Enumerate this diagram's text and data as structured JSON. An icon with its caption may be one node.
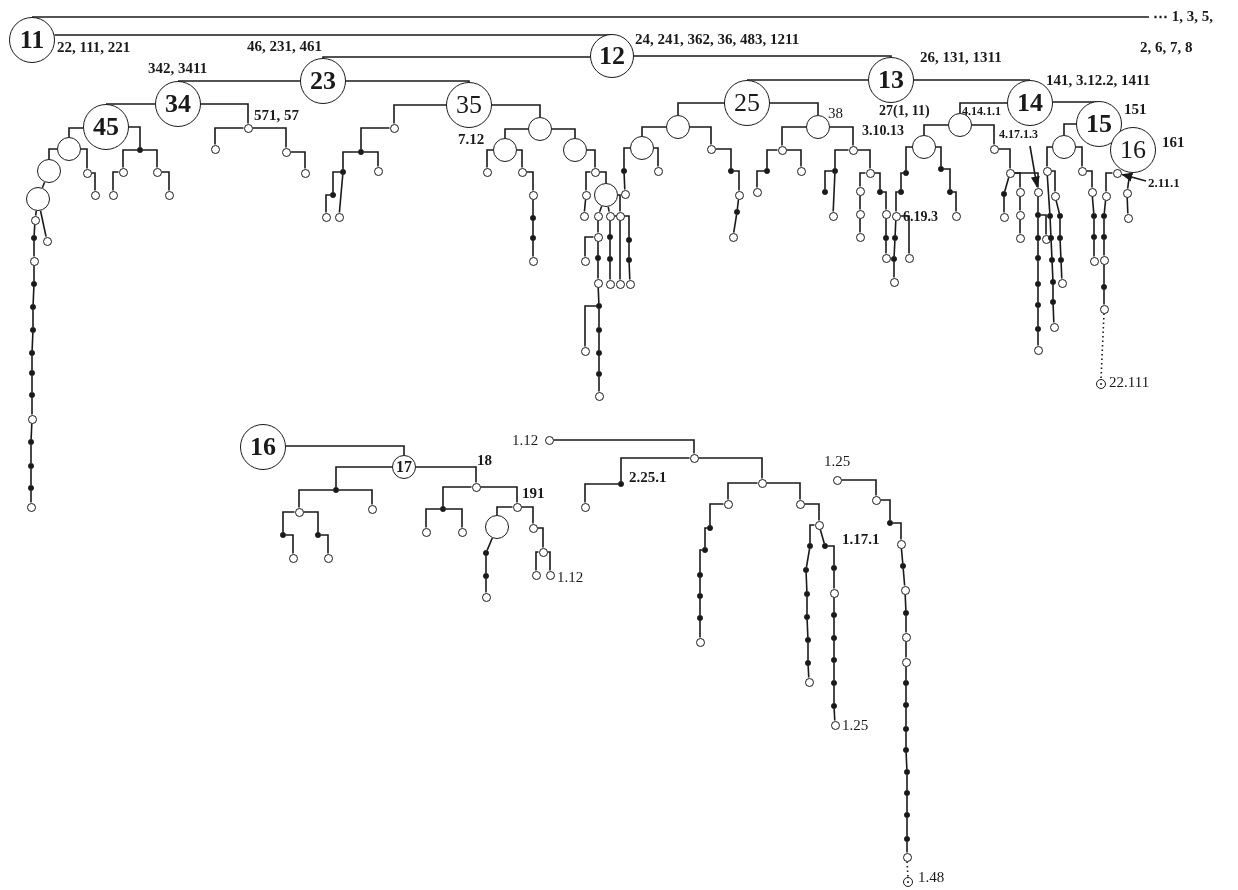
{
  "diagram": {
    "nodes": [
      {
        "text": [
          "11"
        ]
      },
      {
        "text": [
          "12"
        ]
      },
      {
        "text": [
          "23"
        ]
      },
      {
        "text": [
          "13"
        ]
      },
      {
        "text": [
          "34"
        ]
      },
      {
        "text": [
          "35"
        ]
      },
      {
        "text": [
          "25"
        ]
      },
      {
        "text": [
          "14"
        ]
      },
      {
        "text": [
          "45"
        ]
      },
      {
        "text": [
          "15"
        ]
      },
      {
        "text": [
          "16"
        ]
      },
      {
        "text": [
          "16"
        ]
      },
      {
        "text": [
          "17"
        ]
      },
      {
        "text": [
          "4.17.1.3"
        ]
      },
      {
        "text": [],
        "shape": "circle"
      },
      {
        "text": [
          "2.11.1"
        ]
      },
      {
        "text": [],
        "shape": "circle"
      },
      {
        "text": [],
        "shape": "circle"
      },
      {
        "text": [],
        "shape": "circle",
        "beside": [
          "22.111"
        ]
      },
      {
        "text": [],
        "shape": "circle",
        "beside": [
          "1.12"
        ]
      },
      {
        "text": [],
        "shape": "circle",
        "beside": [
          "1.12"
        ]
      },
      {
        "text": [],
        "shape": "circle",
        "beside": [
          "1.25"
        ]
      },
      {
        "text": [],
        "shape": "circle",
        "beside": [
          "1.25"
        ]
      },
      {
        "text": [],
        "shape": "circle"
      },
      {
        "text": [],
        "shape": "circle",
        "beside": [
          "1.48"
        ]
      },
      {
        "text": [
          "⋯ 1, 3, 5,"
        ]
      },
      {
        "text": [],
        "shape": "circle"
      },
      {
        "text": [],
        "shape": "circle"
      },
      {
        "text": [],
        "shape": "circle"
      },
      {
        "text": [],
        "shape": "circle"
      },
      {
        "text": [],
        "shape": "circle"
      },
      {
        "text": [],
        "shape": "dot"
      },
      {
        "text": [],
        "shape": "circle"
      },
      {
        "text": [],
        "shape": "circle"
      },
      {
        "text": [],
        "shape": "circle"
      },
      {
        "text": [],
        "shape": "circle"
      },
      {
        "text": [],
        "shape": "circle"
      },
      {
        "text": [],
        "shape": "circle"
      },
      {
        "text": [],
        "shape": "dot"
      },
      {
        "text": [],
        "shape": "circle"
      },
      {
        "text": [],
        "shape": "dot"
      },
      {
        "text": [],
        "shape": "dot"
      },
      {
        "text": [],
        "shape": "dot"
      },
      {
        "text": [],
        "shape": "dot"
      },
      {
        "text": [],
        "shape": "dot"
      },
      {
        "text": [],
        "shape": "dot"
      },
      {
        "text": [],
        "shape": "circle"
      },
      {
        "text": [],
        "shape": "dot"
      },
      {
        "text": [],
        "shape": "dot"
      },
      {
        "text": [],
        "shape": "dot"
      },
      {
        "text": [],
        "shape": "circle"
      },
      {
        "text": [],
        "shape": "circle"
      },
      {
        "text": [],
        "shape": "circle"
      },
      {
        "text": [],
        "shape": "circle"
      },
      {
        "text": [],
        "shape": "circle"
      },
      {
        "text": [],
        "shape": "circle"
      },
      {
        "text": [],
        "shape": "dot"
      },
      {
        "text": [],
        "shape": "dot"
      },
      {
        "text": [],
        "shape": "circle"
      },
      {
        "text": [],
        "shape": "dot"
      },
      {
        "text": [],
        "shape": "circle"
      },
      {
        "text": [],
        "shape": "circle"
      },
      {
        "text": [],
        "shape": "circle"
      },
      {
        "text": [],
        "shape": "circle"
      },
      {
        "text": [],
        "shape": "circle"
      },
      {
        "text": [],
        "shape": "circle"
      },
      {
        "text": [],
        "shape": "circle"
      },
      {
        "text": [],
        "shape": "circle"
      },
      {
        "text": [],
        "shape": "dot"
      },
      {
        "text": [],
        "shape": "dot"
      },
      {
        "text": [],
        "shape": "circle"
      },
      {
        "text": [],
        "shape": "circle"
      },
      {
        "text": [],
        "shape": "circle"
      },
      {
        "text": [],
        "shape": "circle"
      },
      {
        "text": [],
        "shape": "circle"
      },
      {
        "text": [],
        "shape": "circle"
      },
      {
        "text": [],
        "shape": "circle"
      },
      {
        "text": [],
        "shape": "circle"
      },
      {
        "text": [],
        "shape": "circle"
      },
      {
        "text": [],
        "shape": "dot"
      },
      {
        "text": [],
        "shape": "circle"
      },
      {
        "text": [],
        "shape": "circle"
      },
      {
        "text": [],
        "shape": "dot"
      },
      {
        "text": [],
        "shape": "circle"
      },
      {
        "text": [],
        "shape": "dot"
      },
      {
        "text": [],
        "shape": "dot"
      },
      {
        "text": [],
        "shape": "dot"
      },
      {
        "text": [],
        "shape": "circle"
      },
      {
        "text": [],
        "shape": "dot"
      },
      {
        "text": [],
        "shape": "dot"
      },
      {
        "text": [],
        "shape": "circle"
      },
      {
        "text": [],
        "shape": "dot"
      },
      {
        "text": [],
        "shape": "dot"
      },
      {
        "text": [],
        "shape": "circle"
      },
      {
        "text": [],
        "shape": "circle"
      },
      {
        "text": [],
        "shape": "circle"
      },
      {
        "text": [],
        "shape": "circle"
      },
      {
        "text": [],
        "shape": "circle"
      },
      {
        "text": [],
        "shape": "dot"
      },
      {
        "text": [],
        "shape": "circle"
      },
      {
        "text": [],
        "shape": "circle"
      },
      {
        "text": [],
        "shape": "dot"
      },
      {
        "text": [],
        "shape": "circle"
      },
      {
        "text": [],
        "shape": "dot"
      },
      {
        "text": [],
        "shape": "circle"
      },
      {
        "text": [],
        "shape": "circle"
      },
      {
        "text": [],
        "shape": "circle"
      },
      {
        "text": [],
        "shape": "circle"
      },
      {
        "text": [],
        "shape": "dot"
      },
      {
        "text": [],
        "shape": "circle"
      },
      {
        "text": [],
        "shape": "circle"
      },
      {
        "text": [],
        "shape": "dot"
      },
      {
        "text": [],
        "shape": "dot"
      },
      {
        "text": [],
        "shape": "circle"
      },
      {
        "text": [],
        "shape": "circle"
      },
      {
        "text": [],
        "shape": "circle"
      },
      {
        "text": [],
        "shape": "circle"
      },
      {
        "text": [],
        "shape": "circle"
      },
      {
        "text": [],
        "shape": "dot"
      },
      {
        "text": [],
        "shape": "circle"
      },
      {
        "text": [],
        "shape": "dot"
      },
      {
        "text": [],
        "shape": "circle"
      },
      {
        "text": [],
        "shape": "circle"
      },
      {
        "text": [],
        "shape": "circle"
      },
      {
        "text": [],
        "shape": "circle"
      },
      {
        "text": [],
        "shape": "dot"
      },
      {
        "text": [],
        "shape": "dot"
      },
      {
        "text": [],
        "shape": "circle"
      },
      {
        "text": [],
        "shape": "dot"
      },
      {
        "text": [],
        "shape": "dot"
      },
      {
        "text": [],
        "shape": "circle"
      },
      {
        "text": [],
        "shape": "circle"
      },
      {
        "text": [],
        "shape": "dot"
      },
      {
        "text": [],
        "shape": "dot"
      },
      {
        "text": [],
        "shape": "circle"
      },
      {
        "text": [],
        "shape": "circle"
      },
      {
        "text": [],
        "shape": "dot"
      },
      {
        "text": [],
        "shape": "circle"
      },
      {
        "text": [],
        "shape": "circle"
      },
      {
        "text": [],
        "shape": "circle"
      },
      {
        "text": [],
        "shape": "circle"
      },
      {
        "text": [],
        "shape": "dot"
      },
      {
        "text": [],
        "shape": "dot"
      },
      {
        "text": [],
        "shape": "dot"
      },
      {
        "text": [],
        "shape": "dot"
      },
      {
        "text": [],
        "shape": "dot"
      },
      {
        "text": [],
        "shape": "dot"
      },
      {
        "text": [],
        "shape": "circle"
      },
      {
        "text": [],
        "shape": "circle"
      },
      {
        "text": [],
        "shape": "circle"
      },
      {
        "text": [],
        "shape": "circle"
      },
      {
        "text": [],
        "shape": "dot"
      },
      {
        "text": [],
        "shape": "dot"
      },
      {
        "text": [],
        "shape": "dot"
      },
      {
        "text": [],
        "shape": "dot"
      },
      {
        "text": [],
        "shape": "dot"
      },
      {
        "text": [],
        "shape": "circle"
      },
      {
        "text": [],
        "shape": "circle"
      },
      {
        "text": [],
        "shape": "dot"
      },
      {
        "text": [],
        "shape": "dot"
      },
      {
        "text": [],
        "shape": "dot"
      },
      {
        "text": [],
        "shape": "circle"
      },
      {
        "text": [],
        "shape": "circle"
      },
      {
        "text": [],
        "shape": "circle"
      },
      {
        "text": [],
        "shape": "dot"
      },
      {
        "text": [],
        "shape": "dot"
      },
      {
        "text": [],
        "shape": "circle"
      },
      {
        "text": [],
        "shape": "circle"
      },
      {
        "text": [],
        "shape": "dot"
      },
      {
        "text": [],
        "shape": "dot"
      },
      {
        "text": [],
        "shape": "circle"
      },
      {
        "text": [],
        "shape": "dot"
      },
      {
        "text": [],
        "shape": "circle"
      },
      {
        "text": [],
        "shape": "circle"
      },
      {
        "text": [],
        "shape": "dot"
      },
      {
        "text": [],
        "shape": "circle"
      },
      {
        "text": [],
        "shape": "circle"
      },
      {
        "text": [],
        "shape": "dot"
      },
      {
        "text": [],
        "shape": "circle"
      },
      {
        "text": [],
        "shape": "dot"
      },
      {
        "text": [],
        "shape": "circle"
      },
      {
        "text": [],
        "shape": "circle"
      },
      {
        "text": [],
        "shape": "dot"
      },
      {
        "text": [],
        "shape": "circle"
      },
      {
        "text": [],
        "shape": "circle"
      },
      {
        "text": [],
        "shape": "circle"
      },
      {
        "text": [],
        "shape": "circle"
      },
      {
        "text": [],
        "shape": "circle"
      },
      {
        "text": [],
        "shape": "circle"
      },
      {
        "text": [],
        "shape": "circle"
      },
      {
        "text": [],
        "shape": "dot"
      },
      {
        "text": [],
        "shape": "dot"
      },
      {
        "text": [],
        "shape": "circle"
      },
      {
        "text": [],
        "shape": "circle"
      },
      {
        "text": [],
        "shape": "dot"
      },
      {
        "text": [],
        "shape": "circle"
      },
      {
        "text": [],
        "shape": "circle"
      },
      {
        "text": [],
        "shape": "circle"
      },
      {
        "text": [],
        "shape": "circle"
      },
      {
        "text": [],
        "shape": "dot"
      },
      {
        "text": [],
        "shape": "dot"
      },
      {
        "text": [],
        "shape": "dot"
      },
      {
        "text": [],
        "shape": "dot"
      },
      {
        "text": [],
        "shape": "dot"
      },
      {
        "text": [],
        "shape": "circle"
      },
      {
        "text": [],
        "shape": "circle"
      },
      {
        "text": [],
        "shape": "dot"
      },
      {
        "text": [],
        "shape": "dot"
      },
      {
        "text": [],
        "shape": "dot"
      },
      {
        "text": [],
        "shape": "dot"
      },
      {
        "text": [],
        "shape": "dot"
      },
      {
        "text": [],
        "shape": "dot"
      },
      {
        "text": [],
        "shape": "dot"
      },
      {
        "text": [],
        "shape": "circle"
      },
      {
        "text": [],
        "shape": "dot"
      },
      {
        "text": [],
        "shape": "circle"
      },
      {
        "text": [],
        "shape": "dot"
      },
      {
        "text": [],
        "shape": "dot"
      },
      {
        "text": [],
        "shape": "dot"
      },
      {
        "text": [],
        "shape": "dot"
      },
      {
        "text": [],
        "shape": "dot"
      },
      {
        "text": [],
        "shape": "circle"
      },
      {
        "text": [],
        "shape": "dot"
      },
      {
        "text": [],
        "shape": "circle"
      },
      {
        "text": [],
        "shape": "dot"
      },
      {
        "text": [],
        "shape": "circle"
      },
      {
        "text": [],
        "shape": "dot"
      },
      {
        "text": [],
        "shape": "circle"
      },
      {
        "text": [],
        "shape": "circle"
      },
      {
        "text": [],
        "shape": "dot"
      },
      {
        "text": [],
        "shape": "dot"
      },
      {
        "text": [],
        "shape": "dot"
      },
      {
        "text": [],
        "shape": "dot"
      },
      {
        "text": [],
        "shape": "dot"
      },
      {
        "text": [],
        "shape": "dot"
      },
      {
        "text": [],
        "shape": "dot"
      },
      {
        "text": [],
        "shape": "dot"
      }
    ],
    "edges": [
      {
        "from": 0,
        "to": 25,
        "arrow": "none"
      },
      {
        "from": 0,
        "to": 1,
        "arrow": "none"
      },
      {
        "from": 1,
        "to": 2,
        "arrow": "none"
      },
      {
        "from": 1,
        "to": 3,
        "arrow": "none"
      },
      {
        "from": 2,
        "to": 4,
        "arrow": "none"
      },
      {
        "from": 2,
        "to": 5,
        "arrow": "none"
      },
      {
        "from": 3,
        "to": 6,
        "arrow": "none"
      },
      {
        "from": 3,
        "to": 7,
        "arrow": "none"
      },
      {
        "from": 4,
        "to": 8,
        "arrow": "none"
      },
      {
        "from": 7,
        "to": 9,
        "arrow": "none"
      },
      {
        "from": 11,
        "to": 12,
        "arrow": "none"
      },
      {
        "from": 13,
        "to": 14,
        "arrow": "to"
      },
      {
        "from": 15,
        "to": 16,
        "arrow": "to"
      },
      {
        "from": 17,
        "to": 18,
        "arrow": "none",
        "style": "dashed"
      },
      {
        "from": 23,
        "to": 24,
        "arrow": "none",
        "style": "dashed"
      },
      {
        "from": 8,
        "to": 26,
        "arrow": "none"
      },
      {
        "from": 26,
        "to": 27,
        "arrow": "none"
      },
      {
        "from": 27,
        "to": 28,
        "arrow": "none"
      },
      {
        "from": 26,
        "to": 29,
        "arrow": "none"
      },
      {
        "from": 29,
        "to": 30,
        "arrow": "none"
      },
      {
        "from": 8,
        "to": 31,
        "arrow": "none"
      },
      {
        "from": 31,
        "to": 32,
        "arrow": "none"
      },
      {
        "from": 31,
        "to": 33,
        "arrow": "none"
      },
      {
        "from": 32,
        "to": 34,
        "arrow": "none"
      },
      {
        "from": 33,
        "to": 35,
        "arrow": "none"
      },
      {
        "from": 28,
        "to": 36,
        "arrow": "none"
      },
      {
        "from": 28,
        "to": 37,
        "arrow": "none"
      },
      {
        "from": 36,
        "to": 38,
        "arrow": "none"
      },
      {
        "from": 38,
        "to": 39,
        "arrow": "none"
      },
      {
        "from": 39,
        "to": 40,
        "arrow": "none"
      },
      {
        "from": 40,
        "to": 41,
        "arrow": "none"
      },
      {
        "from": 41,
        "to": 42,
        "arrow": "none"
      },
      {
        "from": 42,
        "to": 43,
        "arrow": "none"
      },
      {
        "from": 43,
        "to": 44,
        "arrow": "none"
      },
      {
        "from": 44,
        "to": 45,
        "arrow": "none"
      },
      {
        "from": 45,
        "to": 46,
        "arrow": "none"
      },
      {
        "from": 46,
        "to": 47,
        "arrow": "none"
      },
      {
        "from": 47,
        "to": 48,
        "arrow": "none"
      },
      {
        "from": 48,
        "to": 49,
        "arrow": "none"
      },
      {
        "from": 49,
        "to": 50,
        "arrow": "none"
      },
      {
        "from": 4,
        "to": 51,
        "arrow": "none"
      },
      {
        "from": 51,
        "to": 52,
        "arrow": "none"
      },
      {
        "from": 51,
        "to": 53,
        "arrow": "none"
      },
      {
        "from": 53,
        "to": 54,
        "arrow": "none"
      },
      {
        "from": 5,
        "to": 55,
        "arrow": "none"
      },
      {
        "from": 55,
        "to": 56,
        "arrow": "none"
      },
      {
        "from": 56,
        "to": 57,
        "arrow": "none"
      },
      {
        "from": 56,
        "to": 58,
        "arrow": "none"
      },
      {
        "from": 57,
        "to": 59,
        "arrow": "none"
      },
      {
        "from": 59,
        "to": 60,
        "arrow": "none"
      },
      {
        "from": 57,
        "to": 61,
        "arrow": "none"
      },
      {
        "from": 5,
        "to": 62,
        "arrow": "none"
      },
      {
        "from": 62,
        "to": 63,
        "arrow": "none"
      },
      {
        "from": 62,
        "to": 64,
        "arrow": "none"
      },
      {
        "from": 63,
        "to": 65,
        "arrow": "none"
      },
      {
        "from": 63,
        "to": 66,
        "arrow": "none"
      },
      {
        "from": 66,
        "to": 67,
        "arrow": "none"
      },
      {
        "from": 67,
        "to": 68,
        "arrow": "none"
      },
      {
        "from": 68,
        "to": 69,
        "arrow": "none"
      },
      {
        "from": 69,
        "to": 70,
        "arrow": "none"
      },
      {
        "from": 64,
        "to": 71,
        "arrow": "none"
      },
      {
        "from": 71,
        "to": 72,
        "arrow": "none"
      },
      {
        "from": 72,
        "to": 73,
        "arrow": "none"
      },
      {
        "from": 71,
        "to": 74,
        "arrow": "none"
      },
      {
        "from": 74,
        "to": 75,
        "arrow": "none"
      },
      {
        "from": 74,
        "to": 76,
        "arrow": "none"
      },
      {
        "from": 74,
        "to": 77,
        "arrow": "none"
      },
      {
        "from": 75,
        "to": 78,
        "arrow": "none"
      },
      {
        "from": 78,
        "to": 79,
        "arrow": "none"
      },
      {
        "from": 78,
        "to": 80,
        "arrow": "none"
      },
      {
        "from": 79,
        "to": 81,
        "arrow": "none"
      },
      {
        "from": 81,
        "to": 82,
        "arrow": "none"
      },
      {
        "from": 82,
        "to": 83,
        "arrow": "none"
      },
      {
        "from": 82,
        "to": 84,
        "arrow": "none"
      },
      {
        "from": 84,
        "to": 85,
        "arrow": "none"
      },
      {
        "from": 85,
        "to": 86,
        "arrow": "none"
      },
      {
        "from": 86,
        "to": 87,
        "arrow": "none"
      },
      {
        "from": 76,
        "to": 88,
        "arrow": "none"
      },
      {
        "from": 88,
        "to": 89,
        "arrow": "none"
      },
      {
        "from": 89,
        "to": 90,
        "arrow": "none"
      },
      {
        "from": 76,
        "to": 91,
        "arrow": "none"
      },
      {
        "from": 91,
        "to": 92,
        "arrow": "none"
      },
      {
        "from": 92,
        "to": 93,
        "arrow": "none"
      },
      {
        "from": 77,
        "to": 94,
        "arrow": "none"
      },
      {
        "from": 6,
        "to": 95,
        "arrow": "none"
      },
      {
        "from": 95,
        "to": 96,
        "arrow": "none"
      },
      {
        "from": 95,
        "to": 97,
        "arrow": "none"
      },
      {
        "from": 96,
        "to": 98,
        "arrow": "none"
      },
      {
        "from": 98,
        "to": 99,
        "arrow": "none"
      },
      {
        "from": 96,
        "to": 100,
        "arrow": "none"
      },
      {
        "from": 97,
        "to": 101,
        "arrow": "none"
      },
      {
        "from": 101,
        "to": 102,
        "arrow": "none"
      },
      {
        "from": 102,
        "to": 103,
        "arrow": "none"
      },
      {
        "from": 103,
        "to": 104,
        "arrow": "none"
      },
      {
        "from": 6,
        "to": 105,
        "arrow": "none"
      },
      {
        "from": 105,
        "to": 106,
        "arrow": "none"
      },
      {
        "from": 105,
        "to": 107,
        "arrow": "none"
      },
      {
        "from": 106,
        "to": 108,
        "arrow": "none"
      },
      {
        "from": 108,
        "to": 109,
        "arrow": "none"
      },
      {
        "from": 106,
        "to": 110,
        "arrow": "none"
      },
      {
        "from": 107,
        "to": 111,
        "arrow": "none"
      },
      {
        "from": 111,
        "to": 112,
        "arrow": "none"
      },
      {
        "from": 111,
        "to": 113,
        "arrow": "none"
      },
      {
        "from": 107,
        "to": 114,
        "arrow": "none"
      },
      {
        "from": 114,
        "to": 115,
        "arrow": "none"
      },
      {
        "from": 115,
        "to": 116,
        "arrow": "none"
      },
      {
        "from": 116,
        "to": 117,
        "arrow": "none"
      },
      {
        "from": 114,
        "to": 118,
        "arrow": "none"
      },
      {
        "from": 118,
        "to": 119,
        "arrow": "none"
      },
      {
        "from": 119,
        "to": 120,
        "arrow": "none"
      },
      {
        "from": 120,
        "to": 121,
        "arrow": "none"
      },
      {
        "from": 7,
        "to": 122,
        "arrow": "none"
      },
      {
        "from": 122,
        "to": 123,
        "arrow": "none"
      },
      {
        "from": 122,
        "to": 124,
        "arrow": "none"
      },
      {
        "from": 123,
        "to": 125,
        "arrow": "none"
      },
      {
        "from": 125,
        "to": 126,
        "arrow": "none"
      },
      {
        "from": 126,
        "to": 127,
        "arrow": "none"
      },
      {
        "from": 127,
        "to": 128,
        "arrow": "none"
      },
      {
        "from": 128,
        "to": 129,
        "arrow": "none"
      },
      {
        "from": 129,
        "to": 130,
        "arrow": "none"
      },
      {
        "from": 127,
        "to": 131,
        "arrow": "none"
      },
      {
        "from": 123,
        "to": 132,
        "arrow": "none"
      },
      {
        "from": 132,
        "to": 133,
        "arrow": "none"
      },
      {
        "from": 133,
        "to": 134,
        "arrow": "none"
      },
      {
        "from": 124,
        "to": 135,
        "arrow": "none"
      },
      {
        "from": 135,
        "to": 136,
        "arrow": "none"
      },
      {
        "from": 136,
        "to": 137,
        "arrow": "none"
      },
      {
        "from": 135,
        "to": 138,
        "arrow": "none"
      },
      {
        "from": 138,
        "to": 139,
        "arrow": "none"
      },
      {
        "from": 139,
        "to": 140,
        "arrow": "none"
      },
      {
        "from": 135,
        "to": 14,
        "arrow": "none"
      },
      {
        "from": 14,
        "to": 141,
        "arrow": "none"
      },
      {
        "from": 141,
        "to": 142,
        "arrow": "none"
      },
      {
        "from": 142,
        "to": 143,
        "arrow": "none"
      },
      {
        "from": 143,
        "to": 144,
        "arrow": "none"
      },
      {
        "from": 144,
        "to": 145,
        "arrow": "none"
      },
      {
        "from": 145,
        "to": 146,
        "arrow": "none"
      },
      {
        "from": 146,
        "to": 147,
        "arrow": "none"
      },
      {
        "from": 141,
        "to": 148,
        "arrow": "none"
      },
      {
        "from": 9,
        "to": 149,
        "arrow": "none"
      },
      {
        "from": 149,
        "to": 150,
        "arrow": "none"
      },
      {
        "from": 150,
        "to": 151,
        "arrow": "none"
      },
      {
        "from": 151,
        "to": 152,
        "arrow": "none"
      },
      {
        "from": 152,
        "to": 153,
        "arrow": "none"
      },
      {
        "from": 153,
        "to": 154,
        "arrow": "none"
      },
      {
        "from": 154,
        "to": 155,
        "arrow": "none"
      },
      {
        "from": 155,
        "to": 156,
        "arrow": "none"
      },
      {
        "from": 150,
        "to": 157,
        "arrow": "none"
      },
      {
        "from": 157,
        "to": 158,
        "arrow": "none"
      },
      {
        "from": 158,
        "to": 159,
        "arrow": "none"
      },
      {
        "from": 159,
        "to": 160,
        "arrow": "none"
      },
      {
        "from": 160,
        "to": 161,
        "arrow": "none"
      },
      {
        "from": 149,
        "to": 162,
        "arrow": "none"
      },
      {
        "from": 162,
        "to": 163,
        "arrow": "none"
      },
      {
        "from": 163,
        "to": 164,
        "arrow": "none"
      },
      {
        "from": 164,
        "to": 165,
        "arrow": "none"
      },
      {
        "from": 165,
        "to": 166,
        "arrow": "none"
      },
      {
        "from": 16,
        "to": 167,
        "arrow": "none"
      },
      {
        "from": 167,
        "to": 168,
        "arrow": "none"
      },
      {
        "from": 168,
        "to": 169,
        "arrow": "none"
      },
      {
        "from": 169,
        "to": 170,
        "arrow": "none"
      },
      {
        "from": 170,
        "to": 171,
        "arrow": "none"
      },
      {
        "from": 171,
        "to": 17,
        "arrow": "none"
      },
      {
        "from": 10,
        "to": 172,
        "arrow": "none"
      },
      {
        "from": 172,
        "to": 173,
        "arrow": "none"
      },
      {
        "from": 12,
        "to": 174,
        "arrow": "none"
      },
      {
        "from": 174,
        "to": 175,
        "arrow": "none"
      },
      {
        "from": 174,
        "to": 176,
        "arrow": "none"
      },
      {
        "from": 175,
        "to": 177,
        "arrow": "none"
      },
      {
        "from": 177,
        "to": 178,
        "arrow": "none"
      },
      {
        "from": 175,
        "to": 179,
        "arrow": "none"
      },
      {
        "from": 179,
        "to": 180,
        "arrow": "none"
      },
      {
        "from": 12,
        "to": 181,
        "arrow": "none"
      },
      {
        "from": 181,
        "to": 182,
        "arrow": "none"
      },
      {
        "from": 182,
        "to": 183,
        "arrow": "none"
      },
      {
        "from": 182,
        "to": 184,
        "arrow": "none"
      },
      {
        "from": 181,
        "to": 185,
        "arrow": "none"
      },
      {
        "from": 185,
        "to": 186,
        "arrow": "none"
      },
      {
        "from": 185,
        "to": 187,
        "arrow": "none"
      },
      {
        "from": 187,
        "to": 188,
        "arrow": "none"
      },
      {
        "from": 188,
        "to": 189,
        "arrow": "none"
      },
      {
        "from": 188,
        "to": 20,
        "arrow": "none"
      },
      {
        "from": 186,
        "to": 190,
        "arrow": "none"
      },
      {
        "from": 190,
        "to": 191,
        "arrow": "none"
      },
      {
        "from": 191,
        "to": 192,
        "arrow": "none"
      },
      {
        "from": 19,
        "to": 193,
        "arrow": "none"
      },
      {
        "from": 193,
        "to": 194,
        "arrow": "none"
      },
      {
        "from": 194,
        "to": 195,
        "arrow": "none"
      },
      {
        "from": 193,
        "to": 196,
        "arrow": "none"
      },
      {
        "from": 196,
        "to": 197,
        "arrow": "none"
      },
      {
        "from": 196,
        "to": 198,
        "arrow": "none"
      },
      {
        "from": 197,
        "to": 199,
        "arrow": "none"
      },
      {
        "from": 199,
        "to": 200,
        "arrow": "none"
      },
      {
        "from": 200,
        "to": 201,
        "arrow": "none"
      },
      {
        "from": 201,
        "to": 202,
        "arrow": "none"
      },
      {
        "from": 202,
        "to": 203,
        "arrow": "none"
      },
      {
        "from": 203,
        "to": 204,
        "arrow": "none"
      },
      {
        "from": 198,
        "to": 205,
        "arrow": "none"
      },
      {
        "from": 205,
        "to": 206,
        "arrow": "none"
      },
      {
        "from": 205,
        "to": 207,
        "arrow": "none"
      },
      {
        "from": 206,
        "to": 208,
        "arrow": "none"
      },
      {
        "from": 208,
        "to": 209,
        "arrow": "none"
      },
      {
        "from": 209,
        "to": 210,
        "arrow": "none"
      },
      {
        "from": 210,
        "to": 211,
        "arrow": "none"
      },
      {
        "from": 211,
        "to": 212,
        "arrow": "none"
      },
      {
        "from": 212,
        "to": 213,
        "arrow": "none"
      },
      {
        "from": 207,
        "to": 214,
        "arrow": "none"
      },
      {
        "from": 214,
        "to": 215,
        "arrow": "none"
      },
      {
        "from": 215,
        "to": 216,
        "arrow": "none"
      },
      {
        "from": 216,
        "to": 217,
        "arrow": "none"
      },
      {
        "from": 217,
        "to": 218,
        "arrow": "none"
      },
      {
        "from": 218,
        "to": 219,
        "arrow": "none"
      },
      {
        "from": 219,
        "to": 220,
        "arrow": "none"
      },
      {
        "from": 220,
        "to": 22,
        "arrow": "none"
      },
      {
        "from": 21,
        "to": 221,
        "arrow": "none"
      },
      {
        "from": 221,
        "to": 222,
        "arrow": "none"
      },
      {
        "from": 222,
        "to": 223,
        "arrow": "none"
      },
      {
        "from": 223,
        "to": 224,
        "arrow": "none"
      },
      {
        "from": 224,
        "to": 225,
        "arrow": "none"
      },
      {
        "from": 225,
        "to": 226,
        "arrow": "none"
      },
      {
        "from": 226,
        "to": 227,
        "arrow": "none"
      },
      {
        "from": 227,
        "to": 228,
        "arrow": "none"
      },
      {
        "from": 228,
        "to": 229,
        "arrow": "none"
      },
      {
        "from": 229,
        "to": 230,
        "arrow": "none"
      },
      {
        "from": 230,
        "to": 231,
        "arrow": "none"
      },
      {
        "from": 231,
        "to": 232,
        "arrow": "none"
      },
      {
        "from": 232,
        "to": 233,
        "arrow": "none"
      },
      {
        "from": 233,
        "to": 234,
        "arrow": "none"
      },
      {
        "from": 234,
        "to": 235,
        "arrow": "none"
      },
      {
        "from": 235,
        "to": 236,
        "arrow": "none"
      },
      {
        "from": 236,
        "to": 23,
        "arrow": "none"
      }
    ],
    "labels": [
      "22, 111, 221",
      "24, 241, 362, 36, 483, 1211",
      "46, 231, 461",
      "2, 6, 7, 8",
      "26, 131, 1311",
      "342, 3411",
      "141, 3.12.2, 1411",
      "151",
      "38",
      "27(1, 11)",
      "4.14.1.1",
      "571, 57",
      "3.10.13",
      "7.12",
      "161",
      "6.19.3",
      "18",
      "2.25.1",
      "191",
      "1.17.1"
    ]
  }
}
